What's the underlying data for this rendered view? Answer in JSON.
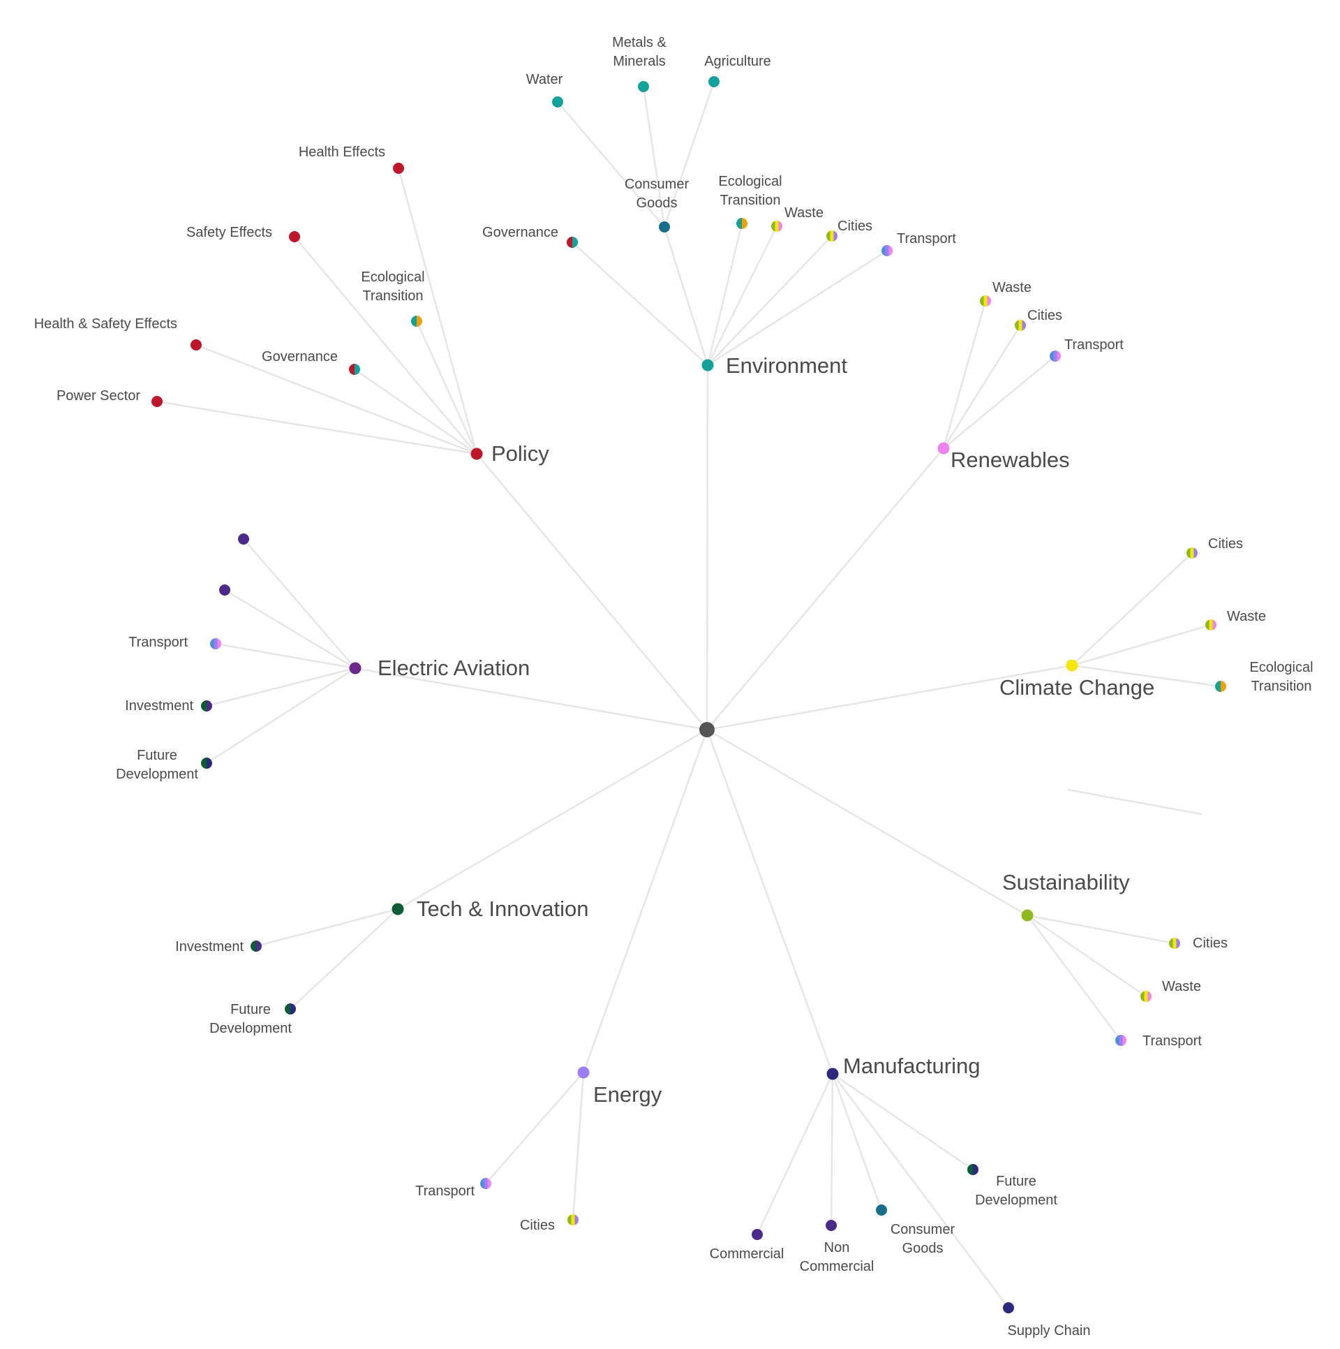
{
  "colors": {
    "root": "#555555",
    "edge": "#e6e6e6",
    "label": "#4a4a4a",
    "environment": "#11a29a",
    "policy": "#c0162a",
    "renewables": "#ee82ee",
    "electric_aviation": "#6a2a8a",
    "climate_change": "#f5e60a",
    "sustainability": "#8fba1f",
    "tech_innovation": "#0b5e33",
    "energy": "#9b7ff3",
    "manufacturing": "#2b2a7e",
    "consumer_goods": "#186f8c",
    "governance_mix": [
      "#c0162a",
      "#11a29a"
    ],
    "ecological_mix": [
      "#11a29a",
      "#f5a000"
    ],
    "waste_mix": [
      "#8fba1f",
      "#f5e60a",
      "#ee82ee"
    ],
    "cities_mix": [
      "#8fba1f",
      "#f5e60a",
      "#9b7ff3"
    ],
    "transport_mix": [
      "#4a90d9",
      "#9b7ff3",
      "#ee82ee"
    ],
    "investment_mix": [
      "#0b5e33",
      "#4b2a8a"
    ],
    "future_dev_mix": [
      "#0b5e33",
      "#2b2a7e"
    ],
    "aviation_purple": "#4b2a8a"
  },
  "root": {
    "name": ""
  },
  "categories": [
    {
      "id": "environment",
      "label": "Environment",
      "children": [
        {
          "id": "env-governance",
          "label": "Governance"
        },
        {
          "id": "env-consumer-goods",
          "label": "Consumer Goods",
          "children": [
            {
              "id": "env-water",
              "label": "Water"
            },
            {
              "id": "env-metals",
              "label": "Metals & Minerals"
            },
            {
              "id": "env-agriculture",
              "label": "Agriculture"
            }
          ]
        },
        {
          "id": "env-ecological",
          "label": "Ecological Transition"
        },
        {
          "id": "env-waste",
          "label": "Waste"
        },
        {
          "id": "env-cities",
          "label": "Cities"
        },
        {
          "id": "env-transport",
          "label": "Transport"
        }
      ]
    },
    {
      "id": "policy",
      "label": "Policy",
      "children": [
        {
          "id": "pol-health",
          "label": "Health Effects"
        },
        {
          "id": "pol-safety",
          "label": "Safety Effects"
        },
        {
          "id": "pol-ecological",
          "label": "Ecological Transition"
        },
        {
          "id": "pol-health-safety",
          "label": "Health & Safety Effects"
        },
        {
          "id": "pol-governance",
          "label": "Governance"
        },
        {
          "id": "pol-power",
          "label": "Power Sector"
        }
      ]
    },
    {
      "id": "renewables",
      "label": "Renewables",
      "children": [
        {
          "id": "ren-waste",
          "label": "Waste"
        },
        {
          "id": "ren-cities",
          "label": "Cities"
        },
        {
          "id": "ren-transport",
          "label": "Transport"
        }
      ]
    },
    {
      "id": "electric-aviation",
      "label": "Electric Aviation",
      "children": [
        {
          "id": "ea-unlabeled-1",
          "label": ""
        },
        {
          "id": "ea-unlabeled-2",
          "label": ""
        },
        {
          "id": "ea-transport",
          "label": "Transport"
        },
        {
          "id": "ea-investment",
          "label": "Investment"
        },
        {
          "id": "ea-future",
          "label": "Future Development"
        }
      ]
    },
    {
      "id": "climate-change",
      "label": "Climate Change",
      "children": [
        {
          "id": "cc-cities",
          "label": "Cities"
        },
        {
          "id": "cc-waste",
          "label": "Waste"
        },
        {
          "id": "cc-ecological",
          "label": "Ecological Transition"
        }
      ]
    },
    {
      "id": "sustainability",
      "label": "Sustainability",
      "children": [
        {
          "id": "sus-cities",
          "label": "Cities"
        },
        {
          "id": "sus-waste",
          "label": "Waste"
        },
        {
          "id": "sus-transport",
          "label": "Transport"
        }
      ]
    },
    {
      "id": "tech-innovation",
      "label": "Tech & Innovation",
      "children": [
        {
          "id": "ti-investment",
          "label": "Investment"
        },
        {
          "id": "ti-future",
          "label": "Future Development"
        }
      ]
    },
    {
      "id": "energy",
      "label": "Energy",
      "children": [
        {
          "id": "en-transport",
          "label": "Transport"
        },
        {
          "id": "en-cities",
          "label": "Cities"
        }
      ]
    },
    {
      "id": "manufacturing",
      "label": "Manufacturing",
      "children": [
        {
          "id": "man-future",
          "label": "Future Development"
        },
        {
          "id": "man-commercial",
          "label": "Commercial"
        },
        {
          "id": "man-noncommercial",
          "label": "Non Commercial"
        },
        {
          "id": "man-consumer",
          "label": "Consumer Goods"
        },
        {
          "id": "man-supply",
          "label": "Supply Chain"
        }
      ]
    }
  ]
}
